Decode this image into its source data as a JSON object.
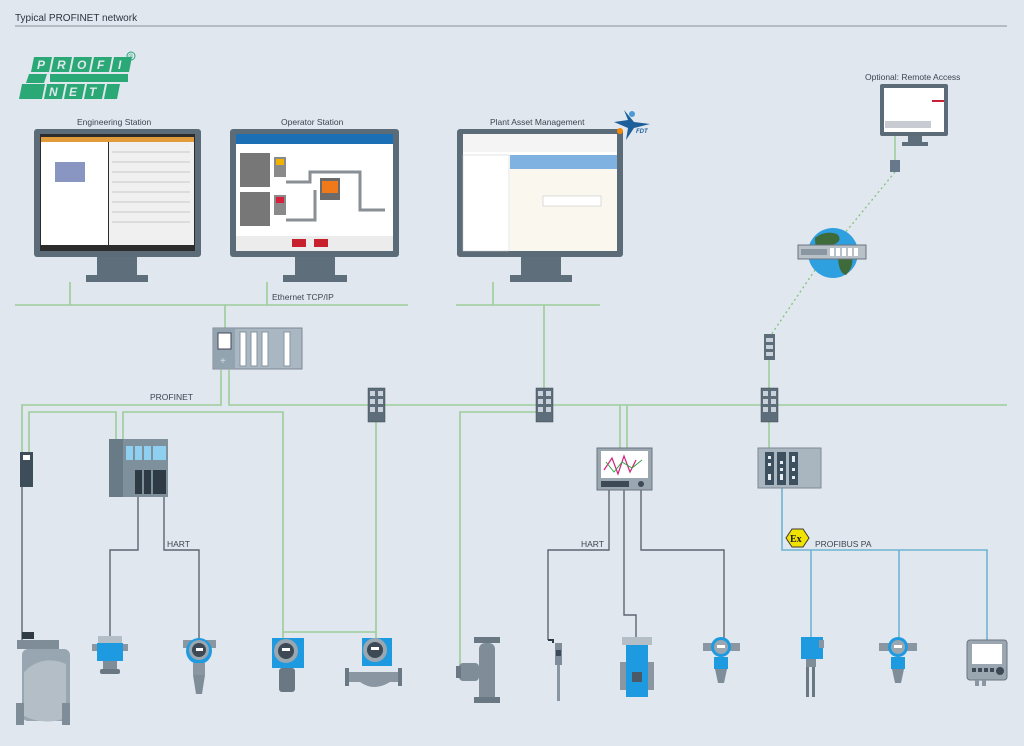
{
  "header": {
    "title": "Typical PROFINET network"
  },
  "logo": {
    "row1": [
      "P",
      "R",
      "O",
      "F",
      "I"
    ],
    "row2": [
      "N",
      "E",
      "T"
    ],
    "registered": "®",
    "color": "#2aa876"
  },
  "stations": {
    "engineering": "Engineering Station",
    "operator": "Operator Station",
    "asset_management": "Plant Asset Management",
    "remote_access": "Optional: Remote Access",
    "fdt_logo": "FDT"
  },
  "networks": {
    "ethernet": "Ethernet TCP/IP",
    "profinet": "PROFINET",
    "hart_left": "HART",
    "hart_right": "HART",
    "profibus_pa": "PROFIBUS PA",
    "ex_badge": "Ex"
  },
  "colors": {
    "background": "#e1e7ee",
    "ethernet_line": "#9ccd9a",
    "hart_line": "#5c6670",
    "profibus_line": "#6fb3d2",
    "device_blue": "#1e9be0",
    "ex_yellow": "#f2e200"
  },
  "devices": [
    {
      "name": "level-radar-tank"
    },
    {
      "name": "level-switch"
    },
    {
      "name": "radar-level-transmitter"
    },
    {
      "name": "flow-transmitter"
    },
    {
      "name": "coriolis-flowmeter"
    },
    {
      "name": "pump"
    },
    {
      "name": "temperature-sensor"
    },
    {
      "name": "electromagnetic-flowmeter"
    },
    {
      "name": "pressure-transmitter"
    },
    {
      "name": "vibronic-level-switch"
    },
    {
      "name": "pressure-transmitter-pa"
    },
    {
      "name": "display-unit"
    }
  ]
}
